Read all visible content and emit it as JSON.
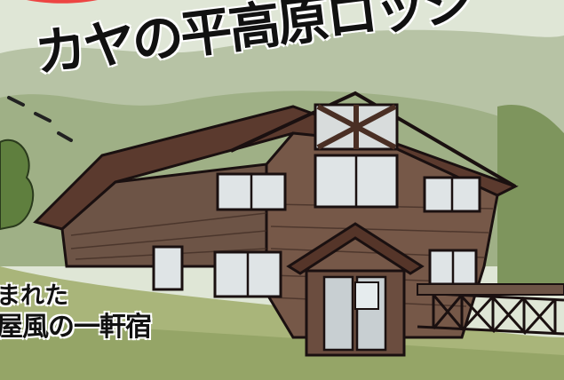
{
  "title": "カヤの平高原ロッジ",
  "caption": {
    "line1": "まれた",
    "line2": "屋風の一軒宿"
  }
}
